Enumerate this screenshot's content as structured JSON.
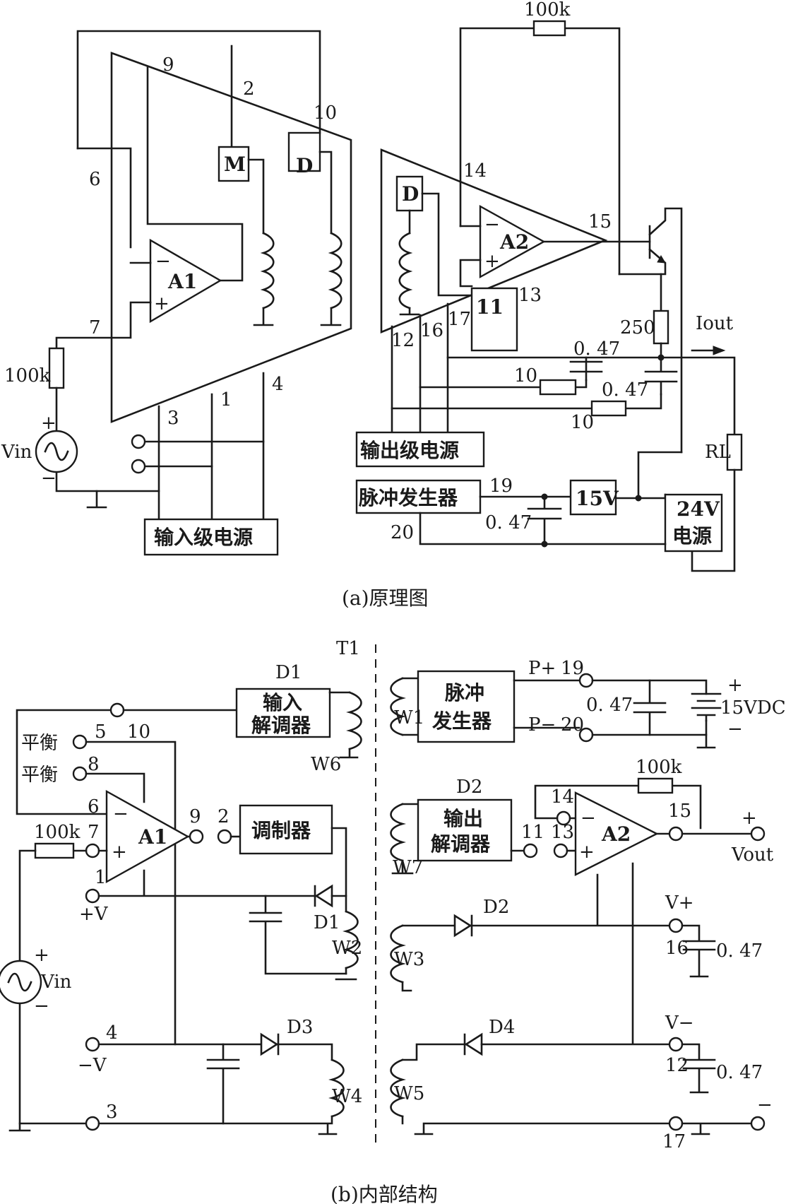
{
  "captions": {
    "a": "(a)原理图",
    "b": "(b)内部结构"
  },
  "part_a": {
    "labels": {
      "r_fb": "100k",
      "r_in": "100k",
      "vin": "Vin",
      "plus": "+",
      "minus": "−",
      "iout": "Iout",
      "r250": "250",
      "c_a": "0. 47",
      "c_b": "0. 47",
      "c_c": "0. 47",
      "r10a": "10",
      "r10b": "10",
      "rl": "RL"
    },
    "pins": {
      "p9": "9",
      "p2": "2",
      "p10": "10",
      "p6": "6",
      "p7": "7",
      "p3": "3",
      "p1": "1",
      "p4": "4",
      "p14": "14",
      "p15": "15",
      "p12": "12",
      "p16": "16",
      "p17": "17",
      "p13": "13",
      "p19": "19",
      "p20": "20"
    },
    "blocks": {
      "m": "M",
      "d1": "D",
      "d2": "D",
      "a1": "A1",
      "a2": "A2",
      "b11": "11",
      "reg15": "15V",
      "psu24_1": "24V",
      "psu24_2": "电源",
      "in_power": "输入级电源",
      "out_power": "输出级电源",
      "pulse": "脉冲发生器"
    }
  },
  "part_b": {
    "labels": {
      "t1": "T1",
      "d1": "D1",
      "d2": "D2",
      "balance1": "平衡",
      "balance2": "平衡",
      "r_in": "100k",
      "r_fb": "100k",
      "vin": "Vin",
      "plus_v": "+V",
      "minus_v": "−V",
      "diode_d1": "D1",
      "diode_d2": "D2",
      "diode_d3": "D3",
      "diode_d4": "D4",
      "w1": "W1",
      "w2": "W2",
      "w3": "W3",
      "w4": "W4",
      "w5": "W5",
      "w6": "W6",
      "w7": "W7",
      "p_plus": "P+",
      "p_minus": "P−",
      "c047_a": "0. 47",
      "c047_b": "0. 47",
      "c047_c": "0. 47",
      "vdc": "15VDC",
      "vplus": "V+",
      "vminus": "V−",
      "vout": "Vout",
      "plus": "+",
      "minus": "−"
    },
    "pins": {
      "p5": "5",
      "p10": "10",
      "p8": "8",
      "p6": "6",
      "p7": "7",
      "p9": "9",
      "p2": "2",
      "p1": "1",
      "p4": "4",
      "p3": "3",
      "p19": "19",
      "p20": "20",
      "p14": "14",
      "p15": "15",
      "p11": "11",
      "p13": "13",
      "p16": "16",
      "p12": "12",
      "p17": "17"
    },
    "blocks": {
      "in_demod_1": "输入",
      "in_demod_2": "解调器",
      "pulse_1": "脉冲",
      "pulse_2": "发生器",
      "modulator": "调制器",
      "out_demod_1": "输出",
      "out_demod_2": "解调器",
      "a1": "A1",
      "a2": "A2"
    }
  }
}
